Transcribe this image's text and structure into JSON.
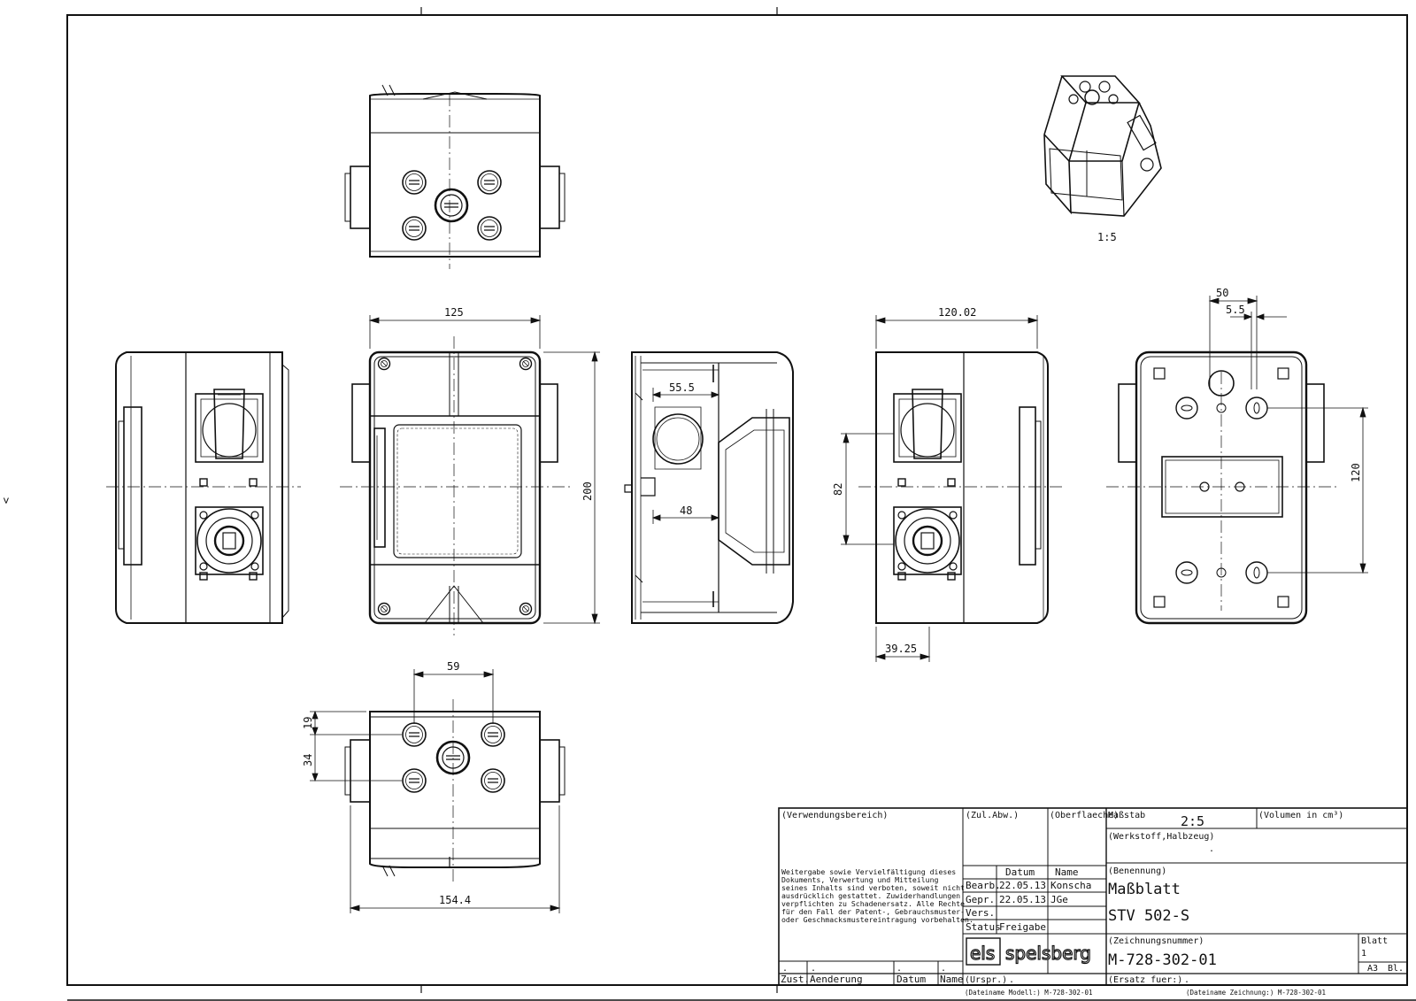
{
  "drawing": {
    "iso_view": {
      "scale_label": "1:5"
    },
    "dimensions": {
      "width_front": "125",
      "height_front": "200",
      "side_width": "120.02",
      "interior_opening": "55.5",
      "interior_depth": "48",
      "side_height": "82",
      "side_offset": "39.25",
      "rear_spacing": "50",
      "rear_offset": "5.5",
      "rear_height": "120",
      "bottom_spacing": "59",
      "bottom_v1": "19",
      "bottom_v2": "34",
      "bottom_width": "154.4"
    }
  },
  "title_block": {
    "verwendungsbereich": "(Verwendungsbereich)",
    "zul_abw": "(Zul.Abw.)",
    "oberflaeche": "(Oberflaeche)",
    "massstab_label": "Maßstab",
    "massstab_value": "2:5",
    "volumen": "(Volumen in cm³)",
    "werkstoff": "(Werkstoff,Halbzeug)",
    "werkstoff_value": ".",
    "benennung_label": "(Benennung)",
    "benennung_line1": "Maßblatt",
    "benennung_line2": "STV 502-S",
    "zeichnungsnummer_label": "(Zeichnungsnummer)",
    "zeichnungsnummer": "M-728-302-01",
    "blatt_label": "Blatt",
    "blatt_value": "1",
    "format": "A3",
    "bl": "Bl.",
    "ersatz_fuer": "(Ersatz fuer:)",
    "ersatz_value": ".",
    "ursprung": "(Urspr.)",
    "ursprung_value": ".",
    "notice": [
      "Weitergabe sowie Vervielfältigung dieses",
      "Dokuments, Verwertung und Mitteilung",
      "seines Inhalts sind verboten, soweit nicht",
      "ausdrücklich gestattet. Zuwiderhandlungen",
      "verpflichten zu Schadenersatz. Alle Rechte",
      "für den Fall der Patent-, Gebrauchsmuster-",
      "oder Geschmacksmustereintragung vorbehalten."
    ],
    "header_datum": "Datum",
    "header_name": "Name",
    "rows": [
      {
        "label": "Bearb.",
        "date": "22.05.13",
        "name": "Konscha"
      },
      {
        "label": "Gepr.",
        "date": "22.05.13",
        "name": "JGe"
      },
      {
        "label": "Vers.",
        "date": "",
        "name": ""
      }
    ],
    "status_label": "Status",
    "status_value": "Freigabe",
    "company_prefix": "els",
    "company_name": "spelsberg",
    "revision_headers": {
      "zust": "Zust.",
      "aenderung": "Aenderung",
      "datum": "Datum",
      "name": "Name"
    },
    "revision_dot": ".",
    "file_model": "(Dateiname Modell:) M-728-302-01",
    "file_drawing": "(Dateiname Zeichnung:) M-728-302-01",
    "side_mark": ">"
  }
}
